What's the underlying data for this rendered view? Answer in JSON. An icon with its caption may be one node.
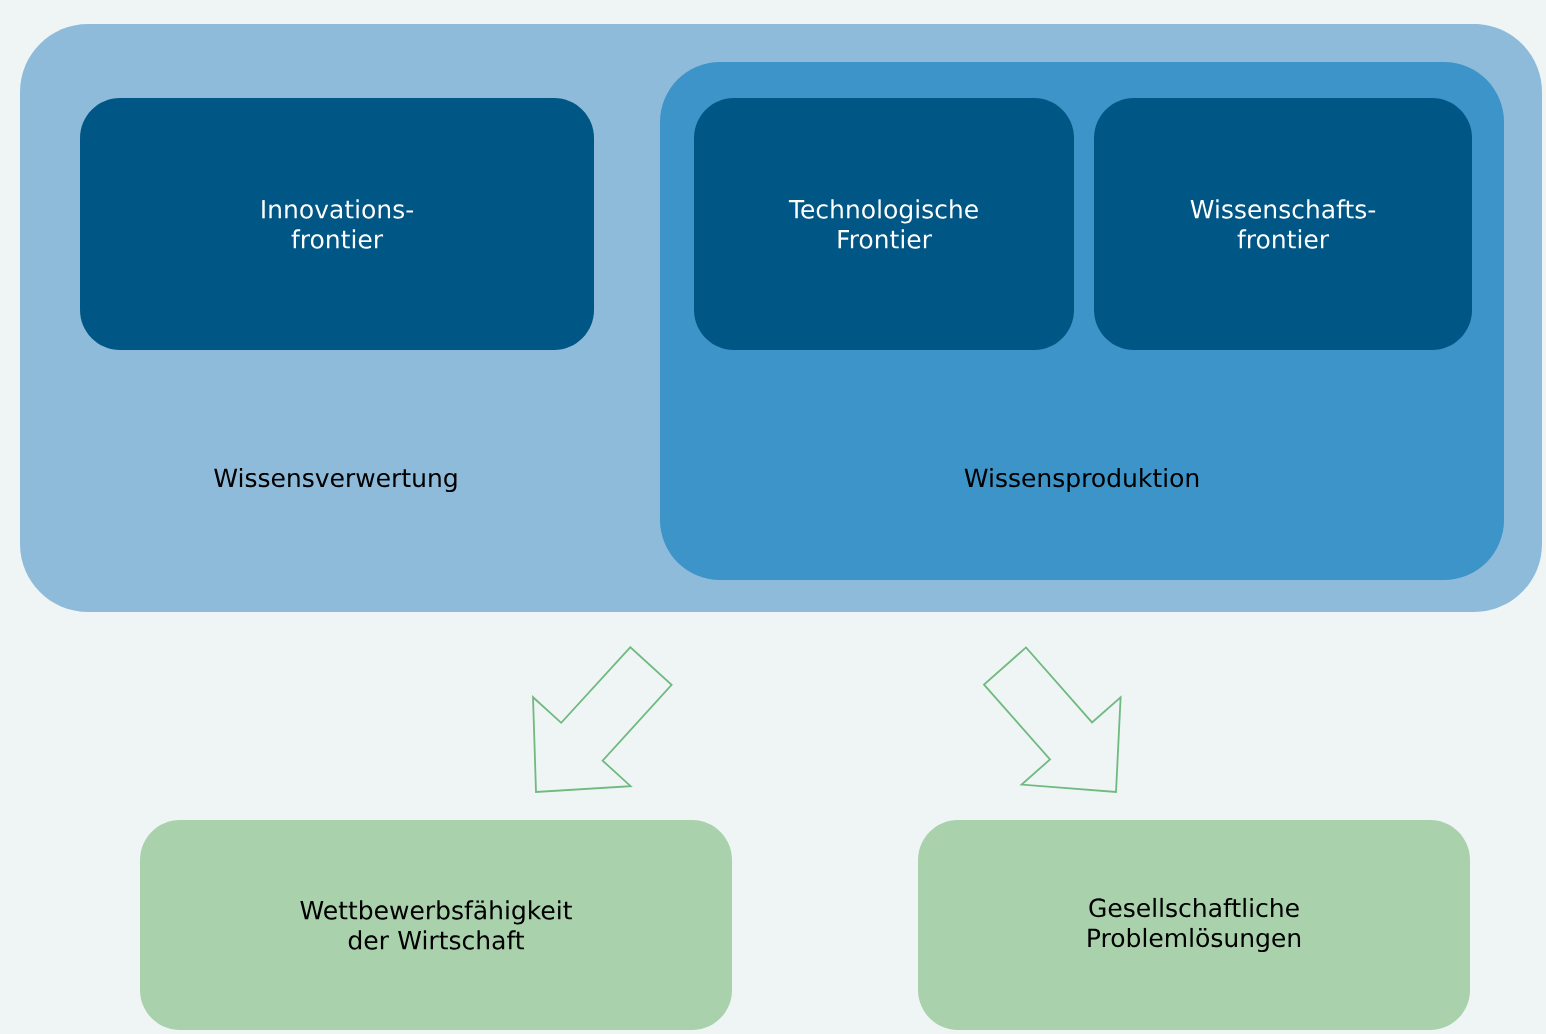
{
  "diagram": {
    "nodes": [
      {
        "text": [
          "Wissensverwertung"
        ]
      },
      {
        "text": [
          "Innovations- frontier"
        ],
        "in": 0
      },
      {
        "text": [
          "Wissensproduktion"
        ],
        "in": 0
      },
      {
        "text": [
          "Technologische Frontier"
        ],
        "in": 2
      },
      {
        "text": [
          "Wissenschafts- frontier"
        ],
        "in": 2
      },
      {
        "text": [
          "Wettbewerbsfähigkeit der Wirtschaft"
        ]
      },
      {
        "text": [
          "Gesellschaftliche Problemlösungen"
        ]
      }
    ],
    "edges": [
      {
        "from": 0,
        "to": 5,
        "arrow": "to"
      },
      {
        "from": 0,
        "to": 6,
        "arrow": "to"
      }
    ]
  }
}
